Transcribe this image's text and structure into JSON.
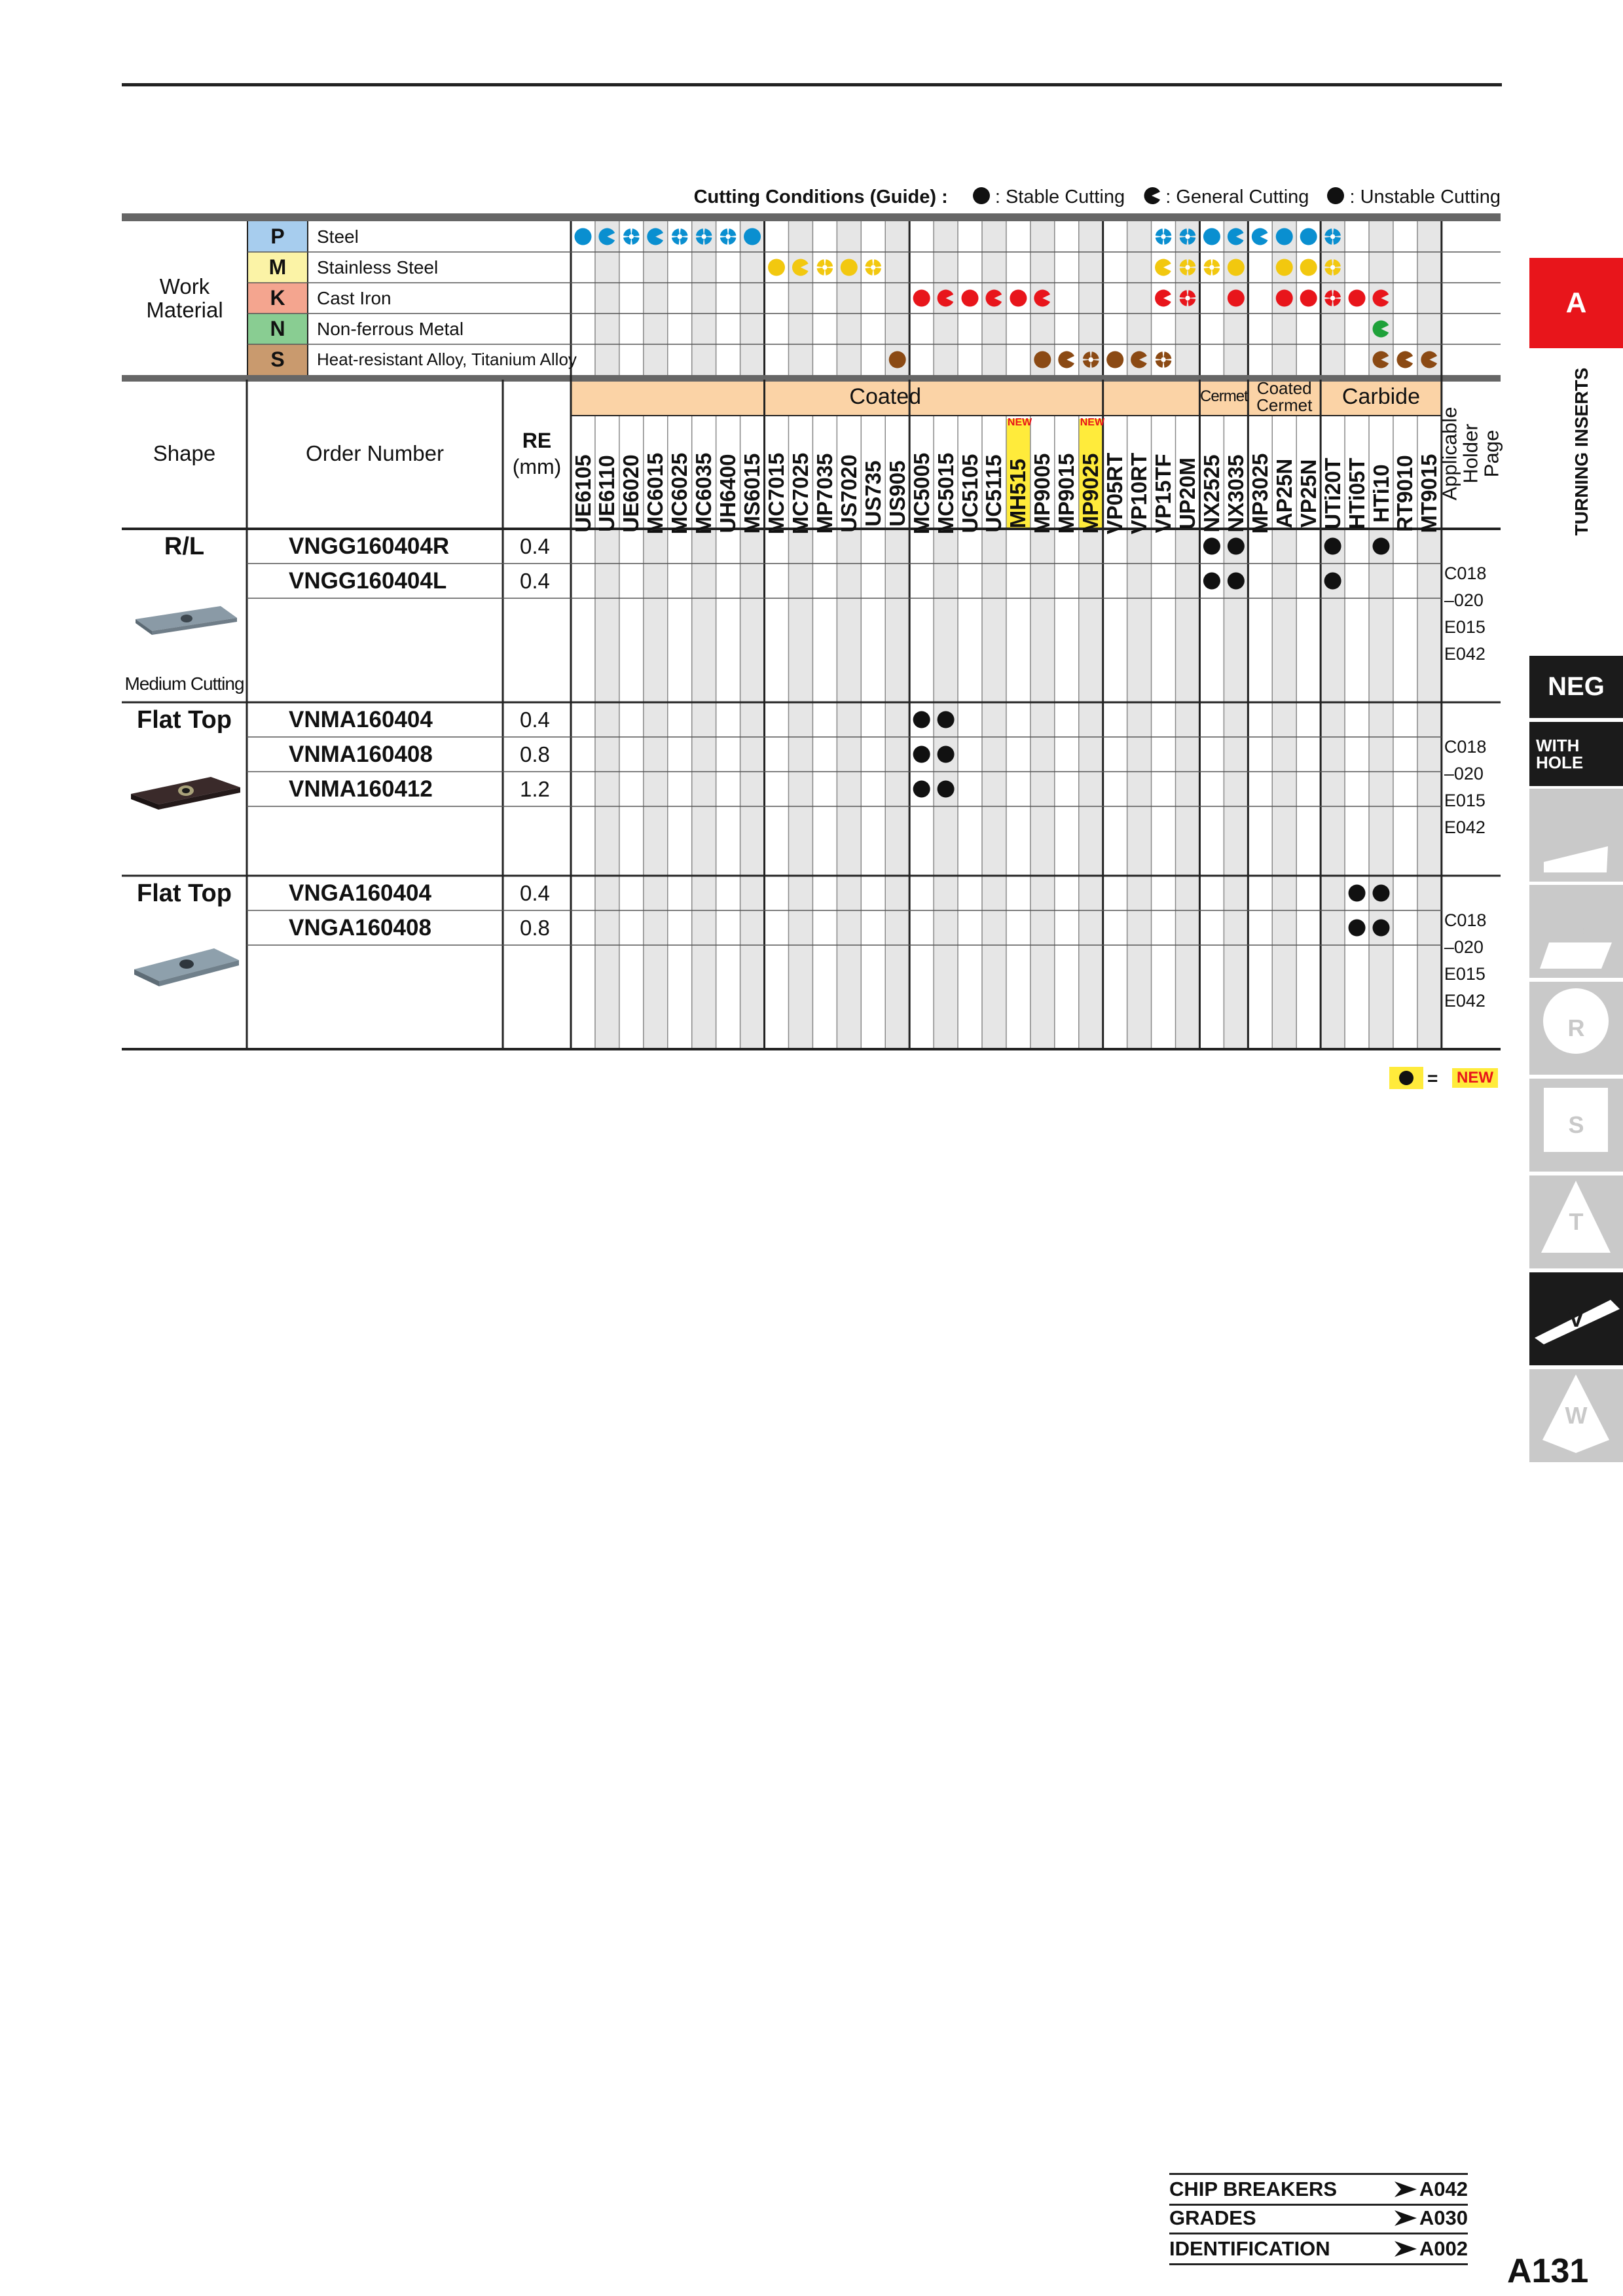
{
  "legend": {
    "title": "Cutting Conditions (Guide) :",
    "stable": ": Stable Cutting",
    "general": ": General Cutting",
    "unstable": ": Unstable Cutting"
  },
  "header": {
    "work_material": "Work Material",
    "shape": "Shape",
    "order_number": "Order Number",
    "re": "RE",
    "re_unit": "(mm)",
    "coated": "Coated",
    "cermet": "Cermet",
    "coated_cermet": "Coated Cermet",
    "carbide": "Carbide",
    "holder_page": "Applicable Holder Page",
    "new_tag": "NEW"
  },
  "materials": [
    {
      "letter": "P",
      "name": "Steel",
      "color": "#a7cdee"
    },
    {
      "letter": "M",
      "name": "Stainless Steel",
      "color": "#fbf3a6"
    },
    {
      "letter": "K",
      "name": "Cast Iron",
      "color": "#f4a58f"
    },
    {
      "letter": "N",
      "name": "Non-ferrous Metal",
      "color": "#89cd92"
    },
    {
      "letter": "S",
      "name": "Heat-resistant Alloy, Titanium Alloy",
      "color": "#c99a6e"
    }
  ],
  "grades": [
    "UE6105",
    "UE6110",
    "UE6020",
    "MC6015",
    "MC6025",
    "MC6035",
    "UH6400",
    "MS6015",
    "MC7015",
    "MC7025",
    "MP7035",
    "US7020",
    "US735",
    "US905",
    "MC5005",
    "MC5015",
    "UC5105",
    "UC5115",
    "MH515",
    "MP9005",
    "MP9015",
    "MP9025",
    "VP05RT",
    "VP10RT",
    "VP15TF",
    "UP20M",
    "NX2525",
    "NX3035",
    "MP3025",
    "AP25N",
    "VP25N",
    "UTi20T",
    "HTi05T",
    "HTi10",
    "RT9010",
    "MT9015"
  ],
  "new_grades": [
    18,
    21
  ],
  "material_marks": {
    "P": {
      "0": "s",
      "1": "g",
      "2": "u",
      "3": "g",
      "4": "u",
      "5": "u",
      "6": "u",
      "7": "s",
      "24": "u",
      "25": "u",
      "26": "s",
      "27": "g",
      "28": "g",
      "29": "s",
      "30": "s",
      "31": "u"
    },
    "M": {
      "8": "s",
      "9": "g",
      "10": "u",
      "11": "s",
      "12": "u",
      "24": "g",
      "25": "u",
      "26": "u",
      "27": "s",
      "29": "s",
      "30": "s",
      "31": "u"
    },
    "K": {
      "14": "s",
      "15": "g",
      "16": "s",
      "17": "g",
      "18": "s",
      "19": "g",
      "24": "g",
      "25": "u",
      "27": "s",
      "29": "s",
      "30": "s",
      "31": "u",
      "32": "s",
      "33": "g"
    },
    "N": {
      "33": "g"
    },
    "S": {
      "13": "s",
      "19": "s",
      "20": "g",
      "21": "u",
      "22": "s",
      "23": "g",
      "24": "u",
      "33": "g",
      "34": "g",
      "35": "g"
    }
  },
  "mark_colors": {
    "P": "#0a8fd0",
    "M": "#f2c80f",
    "K": "#e8151b",
    "N": "#1fa13a",
    "S": "#8b4a14"
  },
  "groups": [
    {
      "shape": "R/L",
      "caption": "Medium Cutting",
      "holder_pages": [
        "C018",
        "–020",
        "E015",
        "E042"
      ],
      "rows": [
        {
          "order": "VNGG160404R",
          "re": "0.4",
          "stock": [
            26,
            27,
            31,
            33
          ]
        },
        {
          "order": "VNGG160404L",
          "re": "0.4",
          "stock": [
            26,
            27,
            31
          ]
        }
      ]
    },
    {
      "shape": "Flat Top",
      "caption": "",
      "holder_pages": [
        "C018",
        "–020",
        "E015",
        "E042"
      ],
      "rows": [
        {
          "order": "VNMA160404",
          "re": "0.4",
          "stock": [
            14,
            15
          ]
        },
        {
          "order": "VNMA160408",
          "re": "0.8",
          "stock": [
            14,
            15
          ]
        },
        {
          "order": "VNMA160412",
          "re": "1.2",
          "stock": [
            14,
            15
          ]
        }
      ]
    },
    {
      "shape": "Flat Top",
      "caption": "",
      "holder_pages": [
        "C018",
        "–020",
        "E015",
        "E042"
      ],
      "rows": [
        {
          "order": "VNGA160404",
          "re": "0.4",
          "stock": [
            32,
            33
          ]
        },
        {
          "order": "VNGA160408",
          "re": "0.8",
          "stock": [
            32,
            33
          ]
        }
      ]
    }
  ],
  "bottom_legend": {
    "equals": "=",
    "new": "NEW"
  },
  "side": {
    "section_letter": "A",
    "section_title": "TURNING INSERTS",
    "tabs": [
      {
        "label": "NEG",
        "active": true
      },
      {
        "label": "WITH HOLE",
        "active": true
      },
      {
        "label": "C",
        "active": false
      },
      {
        "label": "D",
        "active": false
      },
      {
        "label": "R",
        "active": false
      },
      {
        "label": "S",
        "active": false
      },
      {
        "label": "T",
        "active": false
      },
      {
        "label": "V",
        "active": true
      },
      {
        "label": "W",
        "active": false
      }
    ]
  },
  "refs": [
    {
      "label": "CHIP BREAKERS",
      "page": "A042"
    },
    {
      "label": "GRADES",
      "page": "A030"
    },
    {
      "label": "IDENTIFICATION",
      "page": "A002"
    }
  ],
  "page_number": "A131"
}
